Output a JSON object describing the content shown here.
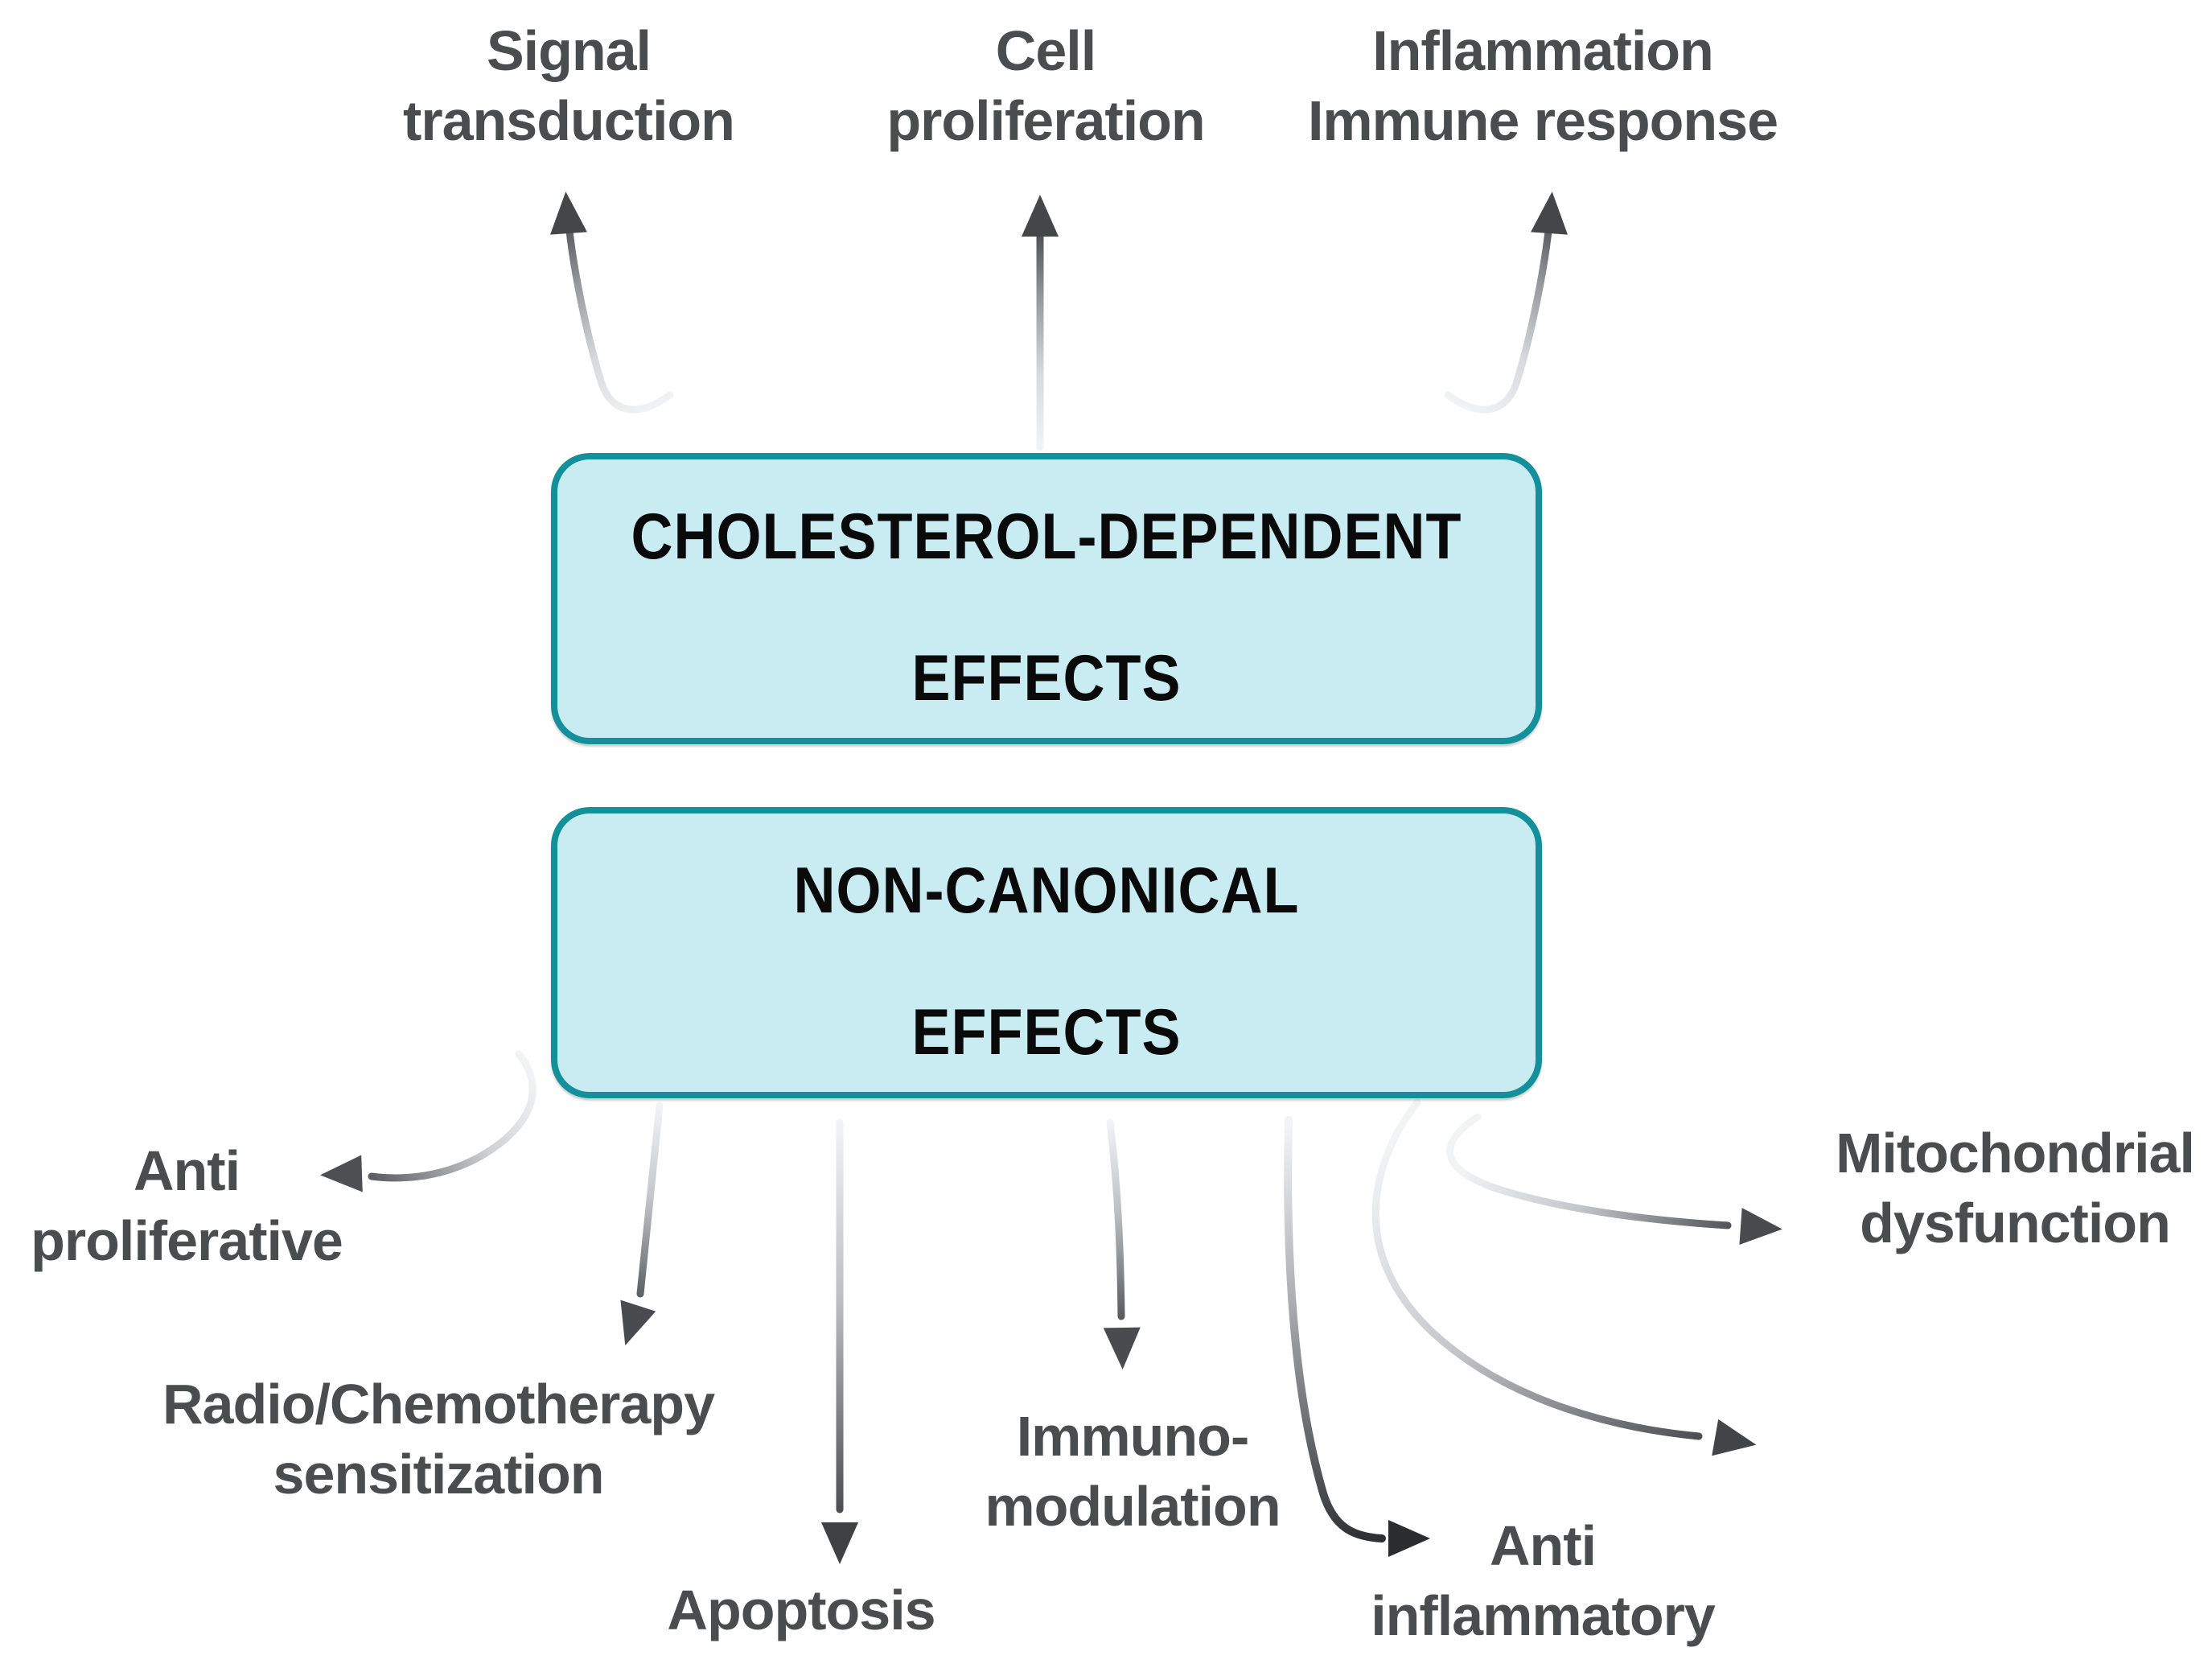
{
  "diagram": {
    "boxes": {
      "cholesterol": {
        "line1": "CHOLESTEROL-DEPENDENT",
        "line2": "EFFECTS"
      },
      "noncanonical": {
        "line1": "NON-CANONICAL",
        "line2": "EFFECTS"
      }
    },
    "top_labels": {
      "signal": {
        "line1": "Signal",
        "line2": "transduction"
      },
      "cell": {
        "line1": "Cell",
        "line2": "proliferation"
      },
      "inflammation": {
        "line1": "Inflammation",
        "line2": "Immune response"
      }
    },
    "bottom_labels": {
      "antiproliferative": {
        "line1": "Anti",
        "line2": "proliferative"
      },
      "radiochemo": {
        "line1": "Radio/Chemotherapy",
        "line2": "sensitization"
      },
      "apoptosis": {
        "line1": "Apoptosis"
      },
      "immunomodulation": {
        "line1": "Immuno-",
        "line2": "modulation"
      },
      "antiinflammatory": {
        "line1": "Anti",
        "line2": "inflammatory"
      },
      "mitochondrial": {
        "line1": "Mitochondrial",
        "line2": "dysfunction"
      }
    },
    "colors": {
      "box_fill": "#c9ebf2",
      "box_border": "#13909a",
      "box_text": "#0a0a0a",
      "label_text": "#4b4c4e",
      "arrow_dark": "#48494b",
      "arrow_light": "#f2f3f5"
    },
    "arrows": [
      {
        "from": "CHOLESTEROL-DEPENDENT EFFECTS",
        "to": "Signal transduction"
      },
      {
        "from": "CHOLESTEROL-DEPENDENT EFFECTS",
        "to": "Cell proliferation"
      },
      {
        "from": "CHOLESTEROL-DEPENDENT EFFECTS",
        "to": "Inflammation Immune response"
      },
      {
        "from": "NON-CANONICAL EFFECTS",
        "to": "Anti proliferative"
      },
      {
        "from": "NON-CANONICAL EFFECTS",
        "to": "Radio/Chemotherapy sensitization"
      },
      {
        "from": "NON-CANONICAL EFFECTS",
        "to": "Apoptosis"
      },
      {
        "from": "NON-CANONICAL EFFECTS",
        "to": "Immuno-modulation"
      },
      {
        "from": "NON-CANONICAL EFFECTS",
        "to": "Anti inflammatory"
      },
      {
        "from": "NON-CANONICAL EFFECTS",
        "to": "Mitochondrial dysfunction"
      },
      {
        "from": "NON-CANONICAL EFFECTS",
        "to": null
      }
    ]
  }
}
